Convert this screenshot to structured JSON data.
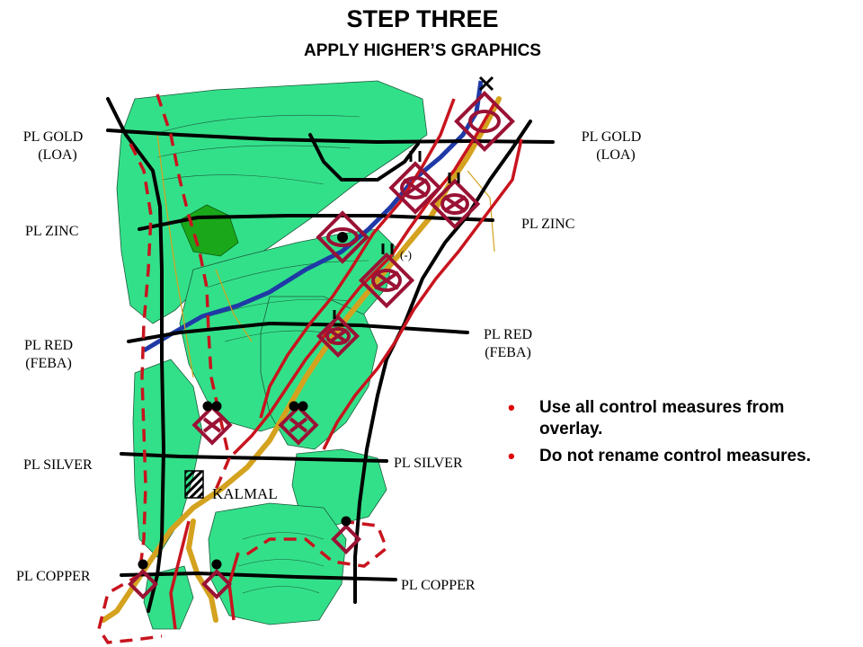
{
  "title": "STEP THREE",
  "subtitle": "APPLY HIGHER’S GRAPHICS",
  "phase_lines": {
    "gold_left_1": "PL GOLD",
    "gold_left_2": "(LOA)",
    "gold_right_1": "PL GOLD",
    "gold_right_2": "(LOA)",
    "zinc_left": "PL ZINC",
    "zinc_right": "PL ZINC",
    "red_left_1": "PL RED",
    "red_left_2": "(FEBA)",
    "red_right_1": "PL RED",
    "red_right_2": "(FEBA)",
    "silver_left": "PL SILVER",
    "silver_right": "PL SILVER",
    "copper_left": "PL COPPER",
    "copper_right": "PL COPPER"
  },
  "town_label": "KALMAL",
  "unit_minus_label": "(-)",
  "bullets": [
    "Use all control measures from overlay.",
    "Do not rename control measures."
  ],
  "colors": {
    "terrain": "#33e08a",
    "forest": "#1aa81a",
    "road": "#000000",
    "river": "#1f3aa6",
    "main_route": "#d4a21e",
    "boundary": "#c8141e",
    "unit_symbol": "#9a1235",
    "bullet": "#e00000"
  }
}
